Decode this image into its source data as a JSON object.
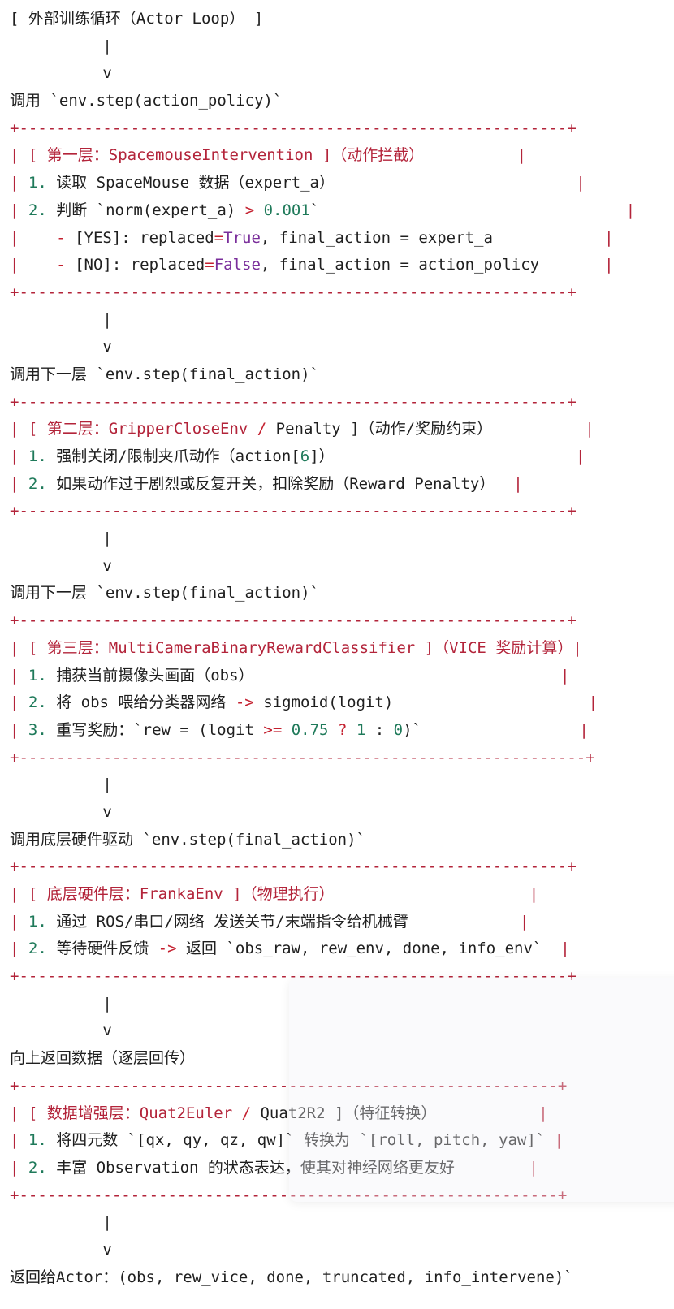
{
  "lines": [
    [
      {
        "t": "[ 外部训练循环（Actor Loop） ]"
      }
    ],
    [
      {
        "t": "          |"
      }
    ],
    [
      {
        "t": "          v"
      }
    ],
    [
      {
        "t": "调用 `env.step(action_policy)`"
      }
    ],
    [
      {
        "t": "+-----------------------------------------------------------+",
        "c": "br"
      }
    ],
    [
      {
        "t": "| [ 第一层：SpacemouseIntervention ]（动作拦截）          |",
        "c": "br"
      }
    ],
    [
      {
        "t": "| ",
        "c": "br"
      },
      {
        "t": "1.",
        "c": "nm"
      },
      {
        "t": " 读取 SpaceMouse 数据（expert_a）                          "
      },
      {
        "t": "|",
        "c": "br"
      }
    ],
    [
      {
        "t": "| ",
        "c": "br"
      },
      {
        "t": "2.",
        "c": "nm"
      },
      {
        "t": " 判断 `norm(expert_a) "
      },
      {
        "t": ">",
        "c": "op"
      },
      {
        "t": " "
      },
      {
        "t": "0.001",
        "c": "nm"
      },
      {
        "t": "`                                 "
      },
      {
        "t": "|",
        "c": "br"
      }
    ],
    [
      {
        "t": "|    ",
        "c": "br"
      },
      {
        "t": "-",
        "c": "op"
      },
      {
        "t": " [YES]: replaced"
      },
      {
        "t": "=",
        "c": "op"
      },
      {
        "t": "True",
        "c": "kw"
      },
      {
        "t": ", final_action = expert_a            "
      },
      {
        "t": "|",
        "c": "br"
      }
    ],
    [
      {
        "t": "|    ",
        "c": "br"
      },
      {
        "t": "-",
        "c": "op"
      },
      {
        "t": " [NO]: replaced"
      },
      {
        "t": "=",
        "c": "op"
      },
      {
        "t": "False",
        "c": "kw"
      },
      {
        "t": ", final_action = action_policy       "
      },
      {
        "t": "|",
        "c": "br"
      }
    ],
    [
      {
        "t": "+-----------------------------------------------------------+",
        "c": "br"
      }
    ],
    [
      {
        "t": "          |"
      }
    ],
    [
      {
        "t": "          v"
      }
    ],
    [
      {
        "t": "调用下一层 `env.step(final_action)`"
      }
    ],
    [
      {
        "t": "+-----------------------------------------------------------+",
        "c": "br"
      }
    ],
    [
      {
        "t": "| [ 第二层：GripperCloseEnv ",
        "c": "br"
      },
      {
        "t": "/",
        "c": "op"
      },
      {
        "t": " Penalty ]（动作/奖励约束）          "
      },
      {
        "t": "|",
        "c": "br"
      }
    ],
    [
      {
        "t": "| ",
        "c": "br"
      },
      {
        "t": "1.",
        "c": "nm"
      },
      {
        "t": " 强制关闭/限制夹爪动作（action["
      },
      {
        "t": "6",
        "c": "nm"
      },
      {
        "t": "]）                          "
      },
      {
        "t": "|",
        "c": "br"
      }
    ],
    [
      {
        "t": "| ",
        "c": "br"
      },
      {
        "t": "2.",
        "c": "nm"
      },
      {
        "t": " 如果动作过于剧烈或反复开关，扣除奖励（Reward Penalty）  "
      },
      {
        "t": "|",
        "c": "br"
      }
    ],
    [
      {
        "t": "+-----------------------------------------------------------+",
        "c": "br"
      }
    ],
    [
      {
        "t": "          |"
      }
    ],
    [
      {
        "t": "          v"
      }
    ],
    [
      {
        "t": "调用下一层 `env.step(final_action)`"
      }
    ],
    [
      {
        "t": "+-----------------------------------------------------------+",
        "c": "br"
      }
    ],
    [
      {
        "t": "| [ 第三层：MultiCameraBinaryRewardClassifier ]（VICE 奖励计算）|",
        "c": "br"
      }
    ],
    [
      {
        "t": "| ",
        "c": "br"
      },
      {
        "t": "1.",
        "c": "nm"
      },
      {
        "t": " 捕获当前摄像头画面（obs）                                 "
      },
      {
        "t": "|",
        "c": "br"
      }
    ],
    [
      {
        "t": "| ",
        "c": "br"
      },
      {
        "t": "2.",
        "c": "nm"
      },
      {
        "t": " 将 obs 喂给分类器网络 "
      },
      {
        "t": "->",
        "c": "op"
      },
      {
        "t": " sigmoid(logit)                     "
      },
      {
        "t": "|",
        "c": "br"
      }
    ],
    [
      {
        "t": "| ",
        "c": "br"
      },
      {
        "t": "3.",
        "c": "nm"
      },
      {
        "t": " 重写奖励：`rew = (logit "
      },
      {
        "t": ">=",
        "c": "op"
      },
      {
        "t": " "
      },
      {
        "t": "0.75",
        "c": "nm"
      },
      {
        "t": " "
      },
      {
        "t": "?",
        "c": "op"
      },
      {
        "t": " "
      },
      {
        "t": "1",
        "c": "nm"
      },
      {
        "t": " : "
      },
      {
        "t": "0",
        "c": "nm"
      },
      {
        "t": ")`                 "
      },
      {
        "t": "|",
        "c": "br"
      }
    ],
    [
      {
        "t": "+-------------------------------------------------------------+",
        "c": "br"
      }
    ],
    [
      {
        "t": "          |"
      }
    ],
    [
      {
        "t": "          v"
      }
    ],
    [
      {
        "t": "调用底层硬件驱动 `env.step(final_action)`"
      }
    ],
    [
      {
        "t": "+-----------------------------------------------------------+",
        "c": "br"
      }
    ],
    [
      {
        "t": "| [ 底层硬件层：FrankaEnv ]（物理执行）                     |",
        "c": "br"
      }
    ],
    [
      {
        "t": "| ",
        "c": "br"
      },
      {
        "t": "1.",
        "c": "nm"
      },
      {
        "t": " 通过 ROS/串口/网络 发送关节/末端指令给机械臂            "
      },
      {
        "t": "|",
        "c": "br"
      }
    ],
    [
      {
        "t": "| ",
        "c": "br"
      },
      {
        "t": "2.",
        "c": "nm"
      },
      {
        "t": " 等待硬件反馈 "
      },
      {
        "t": "->",
        "c": "op"
      },
      {
        "t": " 返回 `obs_raw, rew_env, done, info_env`  "
      },
      {
        "t": "|",
        "c": "br"
      }
    ],
    [
      {
        "t": "+-----------------------------------------------------------+",
        "c": "br"
      }
    ],
    [
      {
        "t": "          |"
      }
    ],
    [
      {
        "t": "          v"
      }
    ],
    [
      {
        "t": "向上返回数据（逐层回传）"
      }
    ],
    [
      {
        "t": "+----------------------------------------------------------+",
        "c": "br"
      }
    ],
    [
      {
        "t": "| [ 数据增强层：Quat2Euler ",
        "c": "br"
      },
      {
        "t": "/",
        "c": "op"
      },
      {
        "t": " Quat2R2 ]（特征转换）           "
      },
      {
        "t": "|",
        "c": "br"
      }
    ],
    [
      {
        "t": "| ",
        "c": "br"
      },
      {
        "t": "1.",
        "c": "nm"
      },
      {
        "t": " 将四元数 `[qx, qy, qz, qw]` 转换为 `[roll, pitch, yaw]` "
      },
      {
        "t": "|",
        "c": "br"
      }
    ],
    [
      {
        "t": "| ",
        "c": "br"
      },
      {
        "t": "2.",
        "c": "nm"
      },
      {
        "t": " 丰富 Observation 的状态表达，使其对神经网络更友好        "
      },
      {
        "t": "|",
        "c": "br"
      }
    ],
    [
      {
        "t": "+----------------------------------------------------------+",
        "c": "br"
      }
    ],
    [
      {
        "t": "          |"
      }
    ],
    [
      {
        "t": "          v"
      }
    ],
    [
      {
        "t": "返回给Actor：(obs, rew_vice, done, truncated, info_intervene)`"
      }
    ]
  ]
}
